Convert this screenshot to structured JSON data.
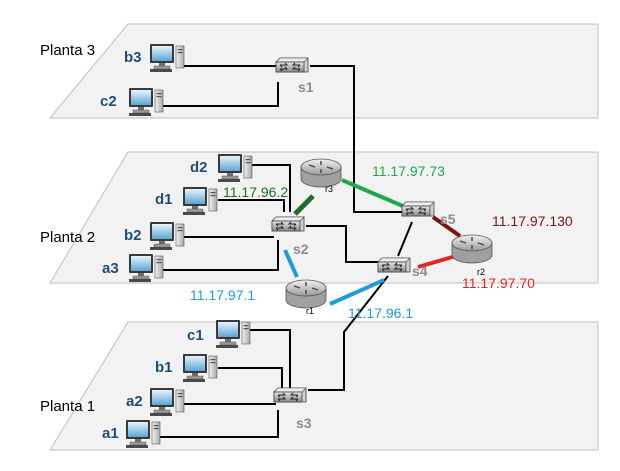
{
  "floors": [
    {
      "id": "planta3",
      "label": "Planta 3"
    },
    {
      "id": "planta2",
      "label": "Planta 2"
    },
    {
      "id": "planta1",
      "label": "Planta 1"
    }
  ],
  "hosts": [
    {
      "id": "b3",
      "label": "b3"
    },
    {
      "id": "c2",
      "label": "c2"
    },
    {
      "id": "d2",
      "label": "d2"
    },
    {
      "id": "d1",
      "label": "d1"
    },
    {
      "id": "b2",
      "label": "b2"
    },
    {
      "id": "a3",
      "label": "a3"
    },
    {
      "id": "c1",
      "label": "c1"
    },
    {
      "id": "b1",
      "label": "b1"
    },
    {
      "id": "a2",
      "label": "a2"
    },
    {
      "id": "a1",
      "label": "a1"
    }
  ],
  "switches": [
    {
      "id": "s1",
      "label": "s1"
    },
    {
      "id": "s2",
      "label": "s2"
    },
    {
      "id": "s3",
      "label": "s3"
    },
    {
      "id": "s4",
      "label": "s4"
    },
    {
      "id": "s5",
      "label": "s5"
    }
  ],
  "routers": [
    {
      "id": "r1",
      "label": "r1"
    },
    {
      "id": "r2",
      "label": "r2"
    },
    {
      "id": "r3",
      "label": "r3"
    }
  ],
  "addresses": [
    {
      "id": "ip_r3_s2",
      "text": "11.17.96.2",
      "color": "#1E6B2E"
    },
    {
      "id": "ip_r3_s5",
      "text": "11.17.97.73",
      "color": "#22A84A"
    },
    {
      "id": "ip_r2_s5",
      "text": "11.17.97.130",
      "color": "#7B1414"
    },
    {
      "id": "ip_r2_s4",
      "text": "11.17.97.70",
      "color": "#E02828"
    },
    {
      "id": "ip_r1_s2",
      "text": "11.17.97.1",
      "color": "#1E9CD7"
    },
    {
      "id": "ip_r1_s4",
      "text": "11.17.96.1",
      "color": "#1E9CD7"
    }
  ],
  "colors": {
    "floor_fill": "#F2F2F2",
    "floor_stroke": "#BFBFBF",
    "host_label": "#1F4E79",
    "device_label": "#8C8C8C",
    "wire": "#000000"
  }
}
